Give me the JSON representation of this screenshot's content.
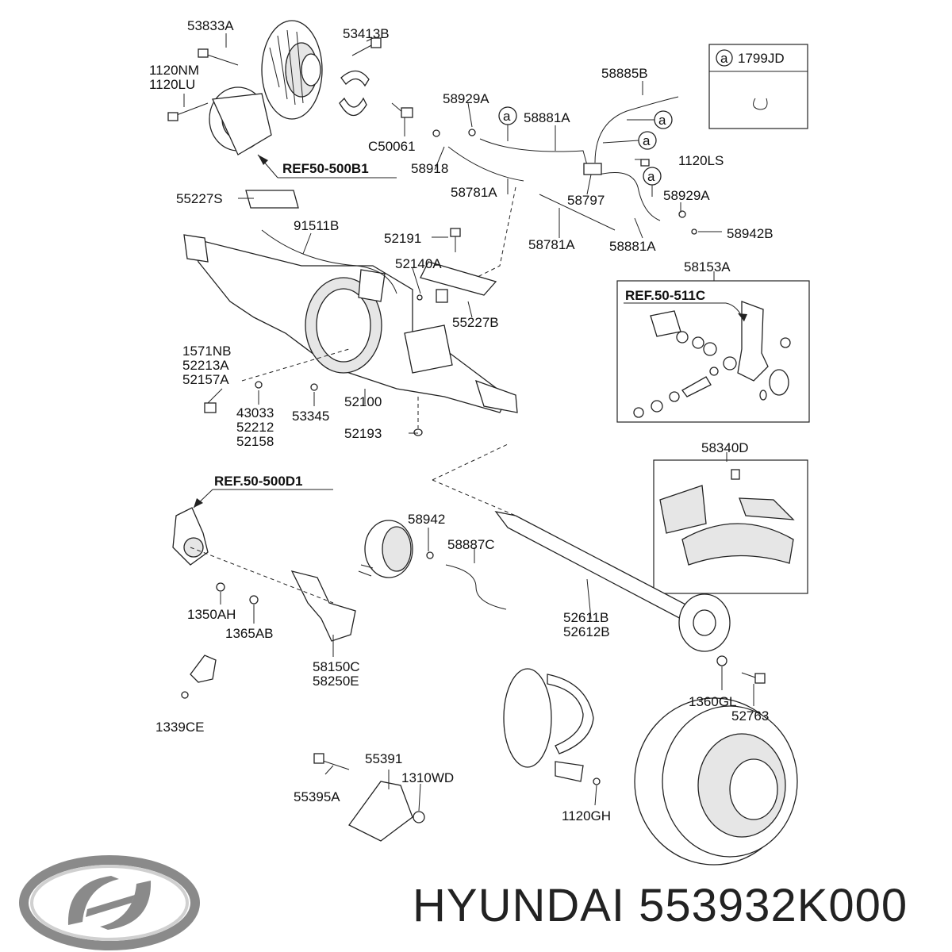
{
  "footer": {
    "brand": "HYUNDAI",
    "part_number": "553932K000"
  },
  "logo": {
    "icon": "hyundai-logo-icon",
    "color": "#8a8a8a"
  },
  "legend": {
    "symbol": "a",
    "code": "1799JD"
  },
  "refs": {
    "b1": "REF50-500B1",
    "c511": "REF.50-511C",
    "d1": "REF.50-500D1"
  },
  "labels": {
    "l53833A": "53833A",
    "l53413B": "53413B",
    "l1120NM": "1120NM",
    "l1120LU": "1120LU",
    "lC50061": "C50061",
    "l58929A_1": "58929A",
    "l58885B": "58885B",
    "l58881A_1": "58881A",
    "l58918": "58918",
    "l1120LS": "1120LS",
    "l58781A_1": "58781A",
    "l58797": "58797",
    "l58929A_2": "58929A",
    "l55227S": "55227S",
    "l91511B": "91511B",
    "l52191": "52191",
    "l58781A_2": "58781A",
    "l58881A_2": "58881A",
    "l58942B": "58942B",
    "l52140A": "52140A",
    "l58153A": "58153A",
    "l55227B": "55227B",
    "l1571NB": "1571NB",
    "l52213A": "52213A",
    "l52157A": "52157A",
    "l43033": "43033",
    "l52212": "52212",
    "l52158": "52158",
    "l53345": "53345",
    "l52100": "52100",
    "l52193": "52193",
    "l58340D": "58340D",
    "l58942": "58942",
    "l58887C": "58887C",
    "l1350AH": "1350AH",
    "l1365AB": "1365AB",
    "l58150C": "58150C",
    "l58250E": "58250E",
    "l52611B": "52611B",
    "l52612B": "52612B",
    "l1339CE": "1339CE",
    "l1360GL": "1360GL",
    "l52763": "52763",
    "l55391": "55391",
    "l1310WD": "1310WD",
    "l55395A": "55395A",
    "l1120GH": "1120GH"
  },
  "callouts": {
    "a": "a"
  }
}
